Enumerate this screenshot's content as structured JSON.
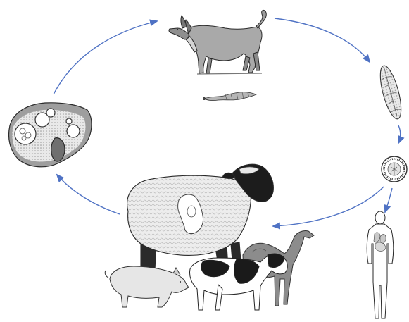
{
  "diagram": {
    "kind": "parasite life cycle illustration (no printed text)",
    "colors": {
      "arrow": "#4f72c4",
      "ink": "#2a2a2a",
      "wool": "#ececec",
      "sheep_face": "#1c1c1c",
      "liver_fill": "#8a8a8a",
      "camel": "#8c8c8c",
      "pig": "#e6e6e6",
      "cow_patch": "#1a1a1a"
    },
    "stages": [
      {
        "id": "definitive-host",
        "icon": "dog-icon"
      },
      {
        "id": "adult-worm",
        "icon": "tapeworm-icon"
      },
      {
        "id": "gravid-segment",
        "icon": "proglottid-icon"
      },
      {
        "id": "egg",
        "icon": "egg-icon"
      },
      {
        "id": "accidental-host",
        "icon": "human-icon"
      },
      {
        "id": "intermediate-hosts",
        "icons": [
          "sheep-icon",
          "pig-icon",
          "cow-icon",
          "camel-icon"
        ]
      },
      {
        "id": "cyst-organ",
        "icon": "liver-cyst-icon"
      }
    ]
  }
}
